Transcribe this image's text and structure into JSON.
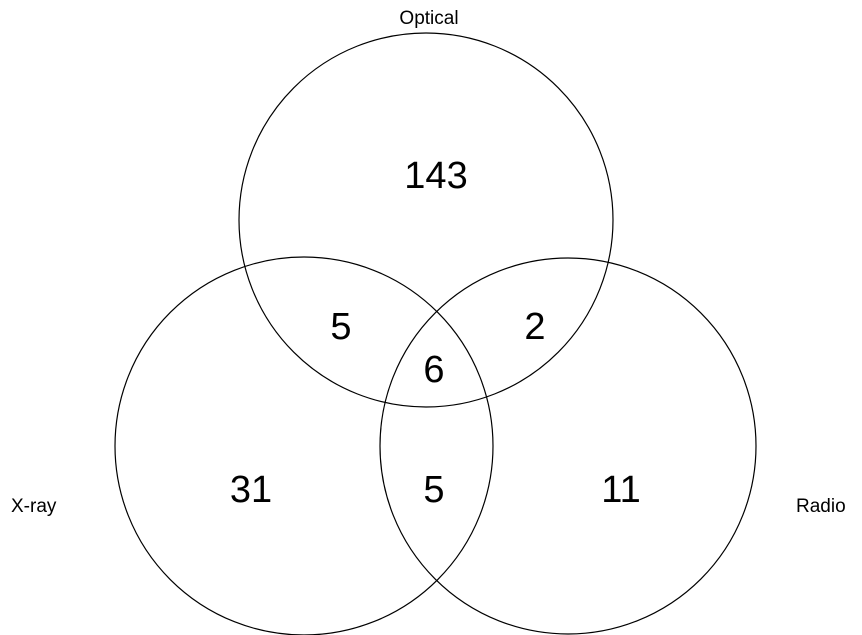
{
  "sets": {
    "optical": {
      "label": "Optical"
    },
    "xray": {
      "label": "X-ray"
    },
    "radio": {
      "label": "Radio"
    }
  },
  "regions": {
    "optical_only": "143",
    "xray_only": "31",
    "radio_only": "11",
    "optical_xray": "5",
    "optical_radio": "2",
    "xray_radio": "5",
    "all_three": "6"
  }
}
